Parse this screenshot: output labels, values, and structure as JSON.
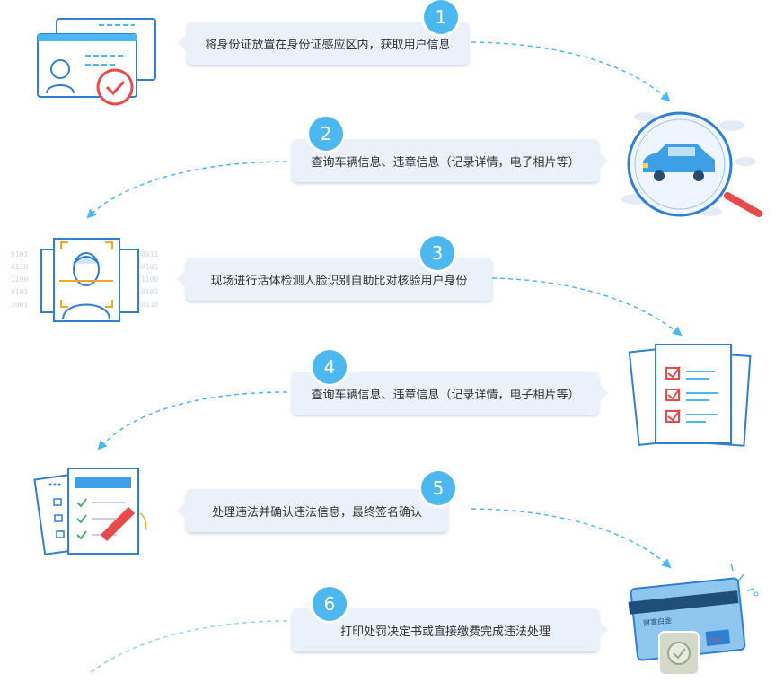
{
  "steps": [
    {
      "num": "1",
      "text": "将身份证放置在身份证感应区内，获取用户信息",
      "icon": "id-card-check-icon"
    },
    {
      "num": "2",
      "text": "查询车辆信息、违章信息（记录详情，电子相片等）",
      "icon": "car-magnifier-icon"
    },
    {
      "num": "3",
      "text": "现场进行活体检测人脸识别自助比对核验用户身份",
      "icon": "face-recognition-icon"
    },
    {
      "num": "4",
      "text": "查询车辆信息、违章信息（记录详情，电子相片等）",
      "icon": "checklist-documents-icon"
    },
    {
      "num": "5",
      "text": "处理违法并确认违法信息，最终签名确认",
      "icon": "form-signature-icon"
    },
    {
      "num": "6",
      "text": "打印处罚决定书或直接缴费完成违法处理",
      "icon": "bank-card-payment-icon"
    }
  ],
  "icon_text": {
    "bank_card": "财富白金",
    "pay": "Pay",
    "binary": [
      "0101",
      "0110",
      "1100",
      "0101",
      "1001",
      "0011"
    ]
  },
  "colors": {
    "accent": "#4db8f0",
    "bubble": "#eaf1fb",
    "line": "#2f7fd3",
    "check": "#e84a4a"
  }
}
